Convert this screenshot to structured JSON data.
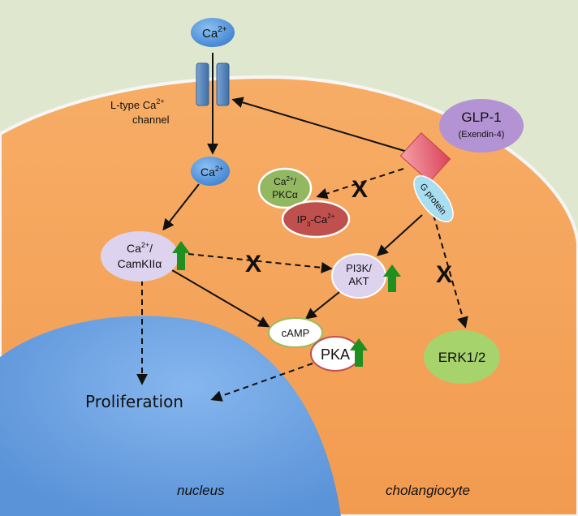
{
  "diagram": {
    "labels": {
      "ca_extracellular": "Ca",
      "ca_intracellular": "Ca",
      "ca_sup": "2+",
      "channel_line1_prefix": "L-type Ca",
      "channel_line1_sup": "2+",
      "channel_line2": "channel",
      "glp1": "GLP-1",
      "exendin": "(Exendin-4)",
      "g_protein": "G protein",
      "pkc_line1_prefix": "Ca",
      "pkc_line1_suffix": "/",
      "pkc_line2": "PKCα",
      "ip3_prefix": "IP",
      "ip3_sub": "3",
      "ip3_mid": "-Ca",
      "ip3_sup": "2+",
      "camk_line1_prefix": "Ca",
      "camk_line1_suffix": "/",
      "camk_line2": "CamKIIα",
      "pi3k_line1": "PI3K/",
      "pi3k_line2": "AKT",
      "camp": "cAMP",
      "pka": "PKA",
      "erk": "ERK1/2",
      "proliferation": "Proliferation",
      "nucleus": "nucleus",
      "cholangiocyte": "cholangiocyte",
      "block_mark": "X"
    },
    "colors": {
      "background": "#dfe8cf",
      "cell": "#f5a55c",
      "cell_border": "#f3f3f3",
      "nucleus": "#6fa6e6",
      "ca_node": "#5b9be0",
      "channel": "#4f7fb8",
      "glp1": "#b393d3",
      "receptor": "#e85a6a",
      "g_protein": "#a9ddf0",
      "pkc": "#94b861",
      "ip3": "#c0504d",
      "camk": "#ddd3ef",
      "pi3k": "#ddd3ef",
      "erk": "#a6d36c",
      "up_arrow": "#1f8f1f",
      "pka_border": "#c0504d",
      "camp_border": "#9bbb59"
    }
  }
}
